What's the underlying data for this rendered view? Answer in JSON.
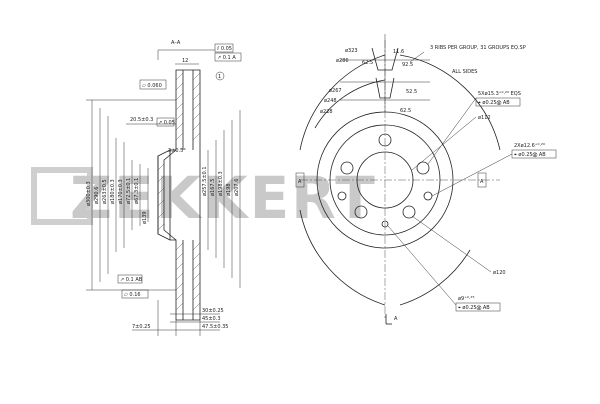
{
  "watermark": {
    "text": "ZEKKERT"
  },
  "section_view": {
    "section_label": "A–A",
    "top_dim": "12",
    "tol_parallel": "⫽ 0.05",
    "tol_runout_top": "↗ 0.1 A",
    "flat_callout": "⏥ 0.060",
    "hub_offset": "20.5±0.3",
    "hub_tol": "↗ 0.05",
    "diameters_left": [
      "ø300±0.3",
      "ø290.6",
      "ø263±0.5",
      "ø180±0.3",
      "ø170±0.3",
      "ø72.5±0.1",
      "ø67.3±0.1",
      "ø139"
    ],
    "diameters_right": [
      "ø257.5±0.1",
      "ø167.5",
      "ø198±0.3",
      "ø198",
      "ø207.6"
    ],
    "angle": "3±0.5°",
    "tol_runout_mid": "↗ 0.1 AB",
    "tol_flat_bottom": "⏥ 0.16",
    "dims_bottom": [
      "30±0.25",
      "45±0.3",
      "47.5±0.35",
      "7±0.25"
    ],
    "circle_callout": "1"
  },
  "front_view": {
    "ribs_note": "3 RIBS PER GROUP, 31 GROUPS EQ.SP",
    "all_sides_note": "ALL SIDES",
    "radii": [
      "ø323",
      "ø286",
      "ø267",
      "ø248",
      "ø228"
    ],
    "angle_dims": [
      "11.6",
      "62.5",
      "92.5",
      "52.5",
      "62.5"
    ],
    "bolt_callout": "5Xø15.3⁺⁰·²⁰ EQS",
    "bolt_tol": "⌖ ø0.25Ⓜ AB",
    "center_dia": "ø112",
    "hub_callout": "2Xø12.6⁺⁰·²⁰",
    "hub_tol": "⌖ ø0.25Ⓜ AB",
    "bcd": "ø120",
    "pin_callout": "ø9⁺⁰·²⁵",
    "pin_tol": "⌖ ø0.25Ⓜ AB",
    "section_marks": [
      "A",
      "A",
      "A"
    ]
  }
}
